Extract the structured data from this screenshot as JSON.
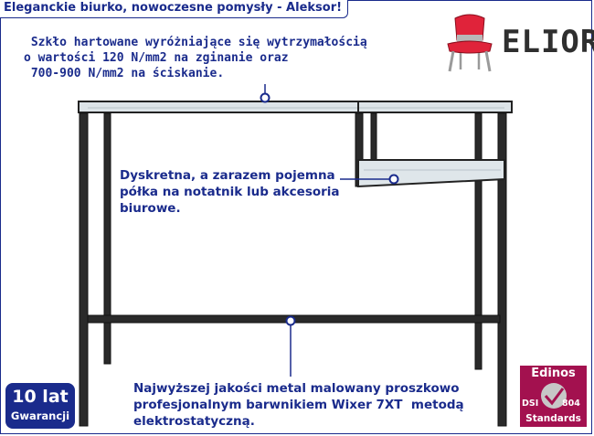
{
  "title": "Eleganckie biurko, nowoczesne pomysły - Aleksor!",
  "notes": {
    "glass": " Szkło hartowane wyróżniające się wytrzymałością\no wartości 120 N/mm2 na zginanie oraz\n 700-900 N/mm2 na ściskanie.",
    "shelf": "Dyskretna, a zarazem pojemna\npółka na notatnik lub akcesoria\nbiurowe.",
    "metal": "Najwyższej jakości metal malowany proszkowo\nprofesjonalnym barwnikiem Wixer 7XT  metodą\nelektrostatyczną."
  },
  "logo": {
    "brand": "ELIOR",
    "icon": "chair-icon"
  },
  "warranty": {
    "years": "10 lat",
    "label": "Gwarancji"
  },
  "badge": {
    "top": "Edinos",
    "left": "DSI",
    "right": "804",
    "bottom": "Standards"
  },
  "colors": {
    "text": "#1a2b8c",
    "frame": "#1a1a1a",
    "badge": "#a3114f",
    "chair": "#e0233a"
  }
}
